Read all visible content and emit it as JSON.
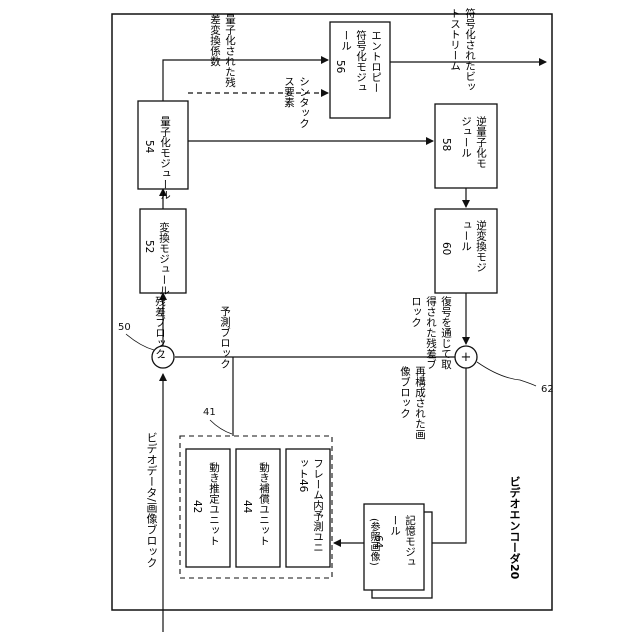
{
  "encoder_label": "ビデオエンコーダ20",
  "input_label": "ビデオデータ/画像ブロック",
  "residual_label": "残差ブロック",
  "prediction_label": "予測ブロック",
  "quantized_coeff_label": "量子化された残差変換係数",
  "syntax_label": "シンタックス要素",
  "bitstream_label": "符号化されたビットストリーム",
  "recon_residual_label": "復号を通じて取得された残差ブロック",
  "recon_block_label": "再構成された画像ブロック",
  "ref_num_50": "50",
  "ref_num_41": "41",
  "ref_num_62": "62",
  "modules": {
    "transform": {
      "name": "変換モジュール",
      "num": "52"
    },
    "quantize": {
      "name": "量子化モジュール",
      "num": "54"
    },
    "entropy": {
      "name": "エントロピー符号化モジュール",
      "num": "56"
    },
    "dequant": {
      "name": "逆量子化モジュール",
      "num": "58"
    },
    "invtrans": {
      "name": "逆変換モジュール",
      "num": "60"
    },
    "memory": {
      "name": "記憶モジュール",
      "num": "64",
      "note": "(参照画像)"
    },
    "motion_est": {
      "name": "動き推定ユニット",
      "num": "42"
    },
    "motion_comp": {
      "name": "動き補償ユニット",
      "num": "44"
    },
    "intra": {
      "name": "フレーム内予測ユニット46"
    }
  },
  "adder_minus": "-",
  "adder_plus": "+"
}
